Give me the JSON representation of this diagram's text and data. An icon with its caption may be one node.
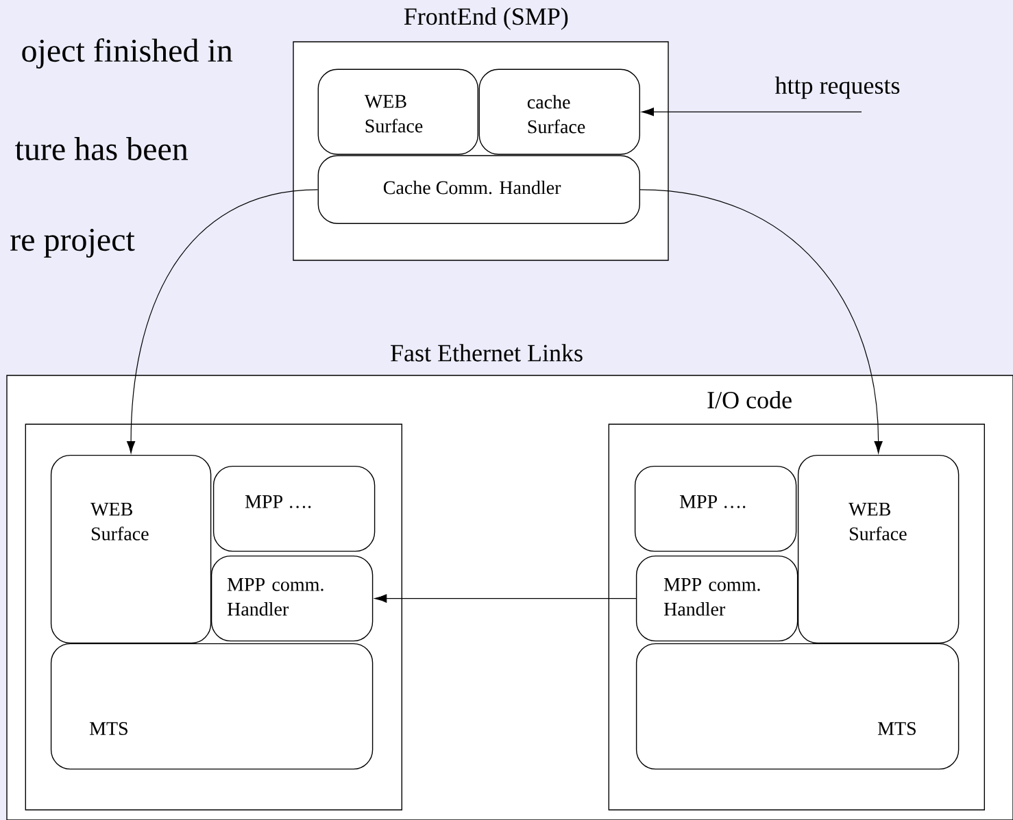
{
  "diagram": {
    "nodes": [
      {
        "text": [
          "FrontEnd (SMP)"
        ]
      },
      {
        "text": [
          "WEB Surface"
        ],
        "in": 0
      },
      {
        "text": [
          "cache Surface"
        ],
        "in": 0
      },
      {
        "text": [
          "Cache Comm. Handler"
        ],
        "in": 0
      },
      {
        "text": [],
        "shape": "box"
      },
      {
        "text": [],
        "shape": "box",
        "in": 4
      },
      {
        "text": [
          "WEB Surface"
        ],
        "in": 5
      },
      {
        "text": [
          "MPP …."
        ],
        "in": 5
      },
      {
        "text": [
          "MPP comm. Handler"
        ],
        "in": 5
      },
      {
        "text": [
          "MTS"
        ],
        "in": 5
      },
      {
        "text": [
          "I/O code"
        ],
        "in": 4
      },
      {
        "text": [
          "MPP …."
        ],
        "in": 10
      },
      {
        "text": [
          "WEB Surface"
        ],
        "in": 10
      },
      {
        "text": [
          "MPP comm. Handler"
        ],
        "in": 10
      },
      {
        "text": [
          "MTS"
        ],
        "in": 10
      }
    ],
    "edges": [
      {
        "from": null,
        "to": 2,
        "arrow": "to",
        "label": "http requests"
      },
      {
        "from": 3,
        "to": 6,
        "arrow": "to"
      },
      {
        "from": 3,
        "to": 12,
        "arrow": "to"
      },
      {
        "from": 13,
        "to": 8,
        "arrow": "to"
      }
    ],
    "labels": [
      "oject finished in",
      "ture has been",
      "re project",
      "Fast Ethernet Links"
    ]
  }
}
